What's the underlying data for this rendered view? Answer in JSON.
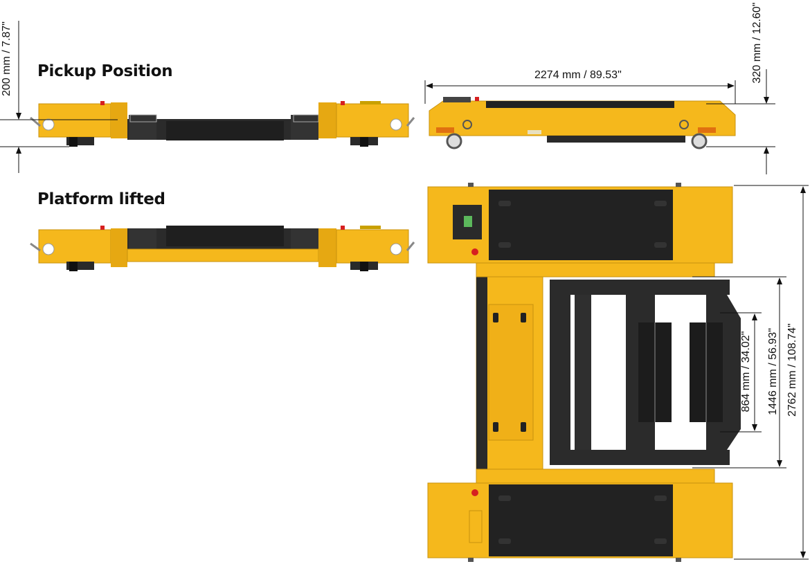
{
  "labels": {
    "pickup_position": "Pickup Position",
    "platform_lifted": "Platform lifted"
  },
  "dimensions": {
    "lift_height": "200 mm / 7.87\"",
    "vehicle_height": "320 mm / 12.60\"",
    "vehicle_length": "2274 mm / 89.53\"",
    "inner_width": "864 mm / 34.02\"",
    "platform_width": "1446 mm / 56.93\"",
    "overall_width": "2762 mm / 108.74\""
  },
  "colors": {
    "body_yellow": "#f5b81c",
    "body_yellow_dark": "#d99a10",
    "frame_black": "#2b2b2b",
    "panel_black": "#222222",
    "dimension_line": "#111111",
    "signal_red": "#d62020"
  }
}
